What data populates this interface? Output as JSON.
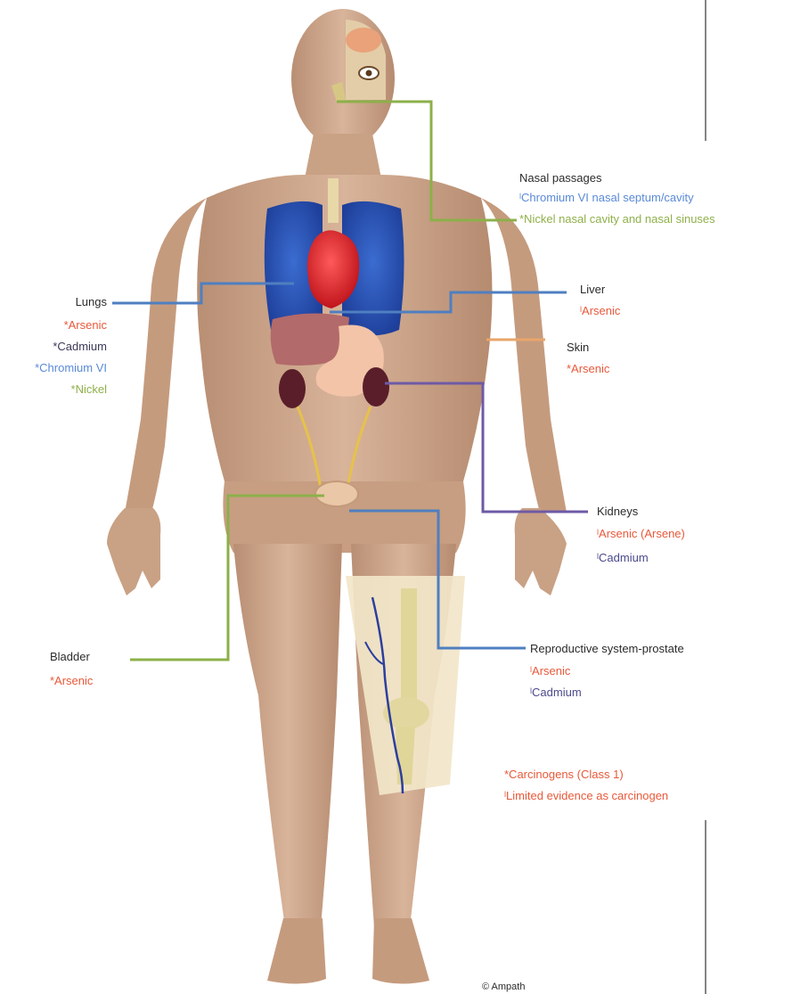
{
  "colors": {
    "red": "#e8593a",
    "dark": "#3a3a58",
    "blue": "#5a8ad6",
    "green": "#8fb04a",
    "purple": "#4a4a8c",
    "line_green": "#8cb04a",
    "line_blue": "#4f7fc0",
    "line_purple": "#6e5aa6",
    "line_orange": "#e9a56a"
  },
  "nasal": {
    "title": "Nasal passages",
    "items": [
      "ˡChromium VI nasal septum/cavity",
      "*Nickel nasal cavity and nasal sinuses"
    ]
  },
  "lungs": {
    "title": "Lungs",
    "items": [
      "*Arsenic",
      "*Cadmium",
      "*Chromium VI",
      "*Nickel"
    ]
  },
  "liver": {
    "title": "Liver",
    "items": [
      "ˡArsenic"
    ]
  },
  "skin": {
    "title": "Skin",
    "items": [
      "*Arsenic"
    ]
  },
  "kidneys": {
    "title": "Kidneys",
    "items": [
      "ˡArsenic (Arsene)",
      "ˡCadmium"
    ]
  },
  "bladder": {
    "title": "Bladder",
    "items": [
      "*Arsenic"
    ]
  },
  "reproductive": {
    "title": "Reproductive system-prostate",
    "items": [
      "ˡArsenic",
      "ˡCadmium"
    ]
  },
  "legend": {
    "items": [
      "*Carcinogens (Class 1)",
      "ˡLimited evidence as carcinogen"
    ]
  },
  "credit": "© Ampath"
}
